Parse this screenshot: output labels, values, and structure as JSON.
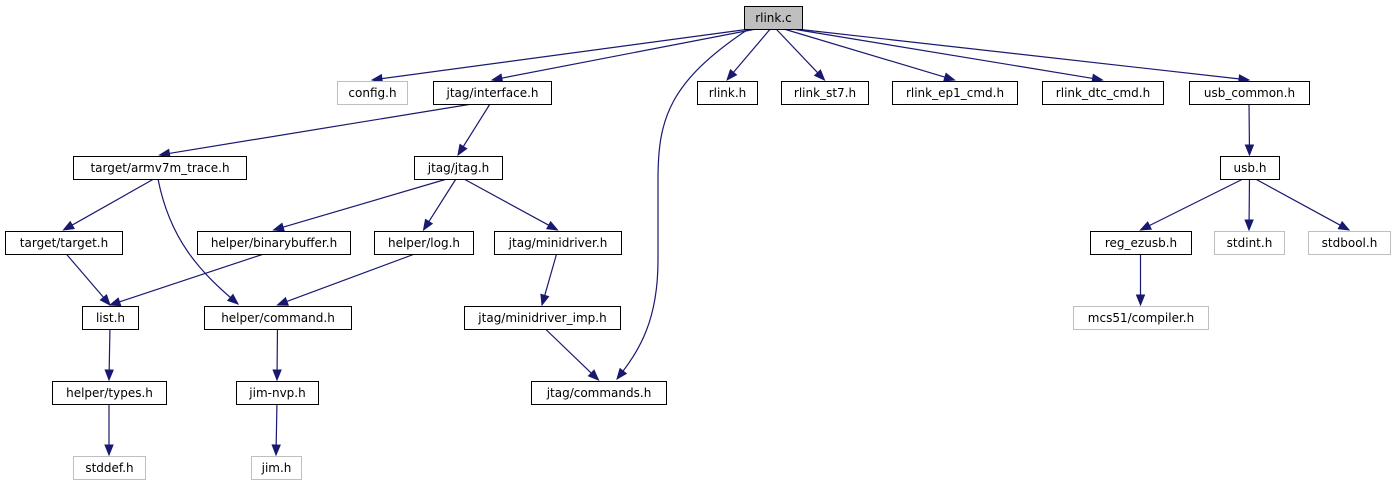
{
  "colors": {
    "edge": "#191970",
    "root_fill": "#bfbfbf",
    "node_fill": "#ffffff",
    "node_border": "#000000",
    "external_border": "#bfbfbf",
    "external_text": "#7f7f7f"
  },
  "nodes": [
    {
      "id": "rlink_c",
      "label": "rlink.c",
      "kind": "root"
    },
    {
      "id": "config_h",
      "label": "config.h",
      "kind": "external"
    },
    {
      "id": "jtag_interface_h",
      "label": "jtag/interface.h",
      "kind": "file"
    },
    {
      "id": "rlink_h",
      "label": "rlink.h",
      "kind": "file"
    },
    {
      "id": "rlink_st7_h",
      "label": "rlink_st7.h",
      "kind": "file"
    },
    {
      "id": "rlink_ep1_cmd_h",
      "label": "rlink_ep1_cmd.h",
      "kind": "file"
    },
    {
      "id": "rlink_dtc_cmd_h",
      "label": "rlink_dtc_cmd.h",
      "kind": "file"
    },
    {
      "id": "usb_common_h",
      "label": "usb_common.h",
      "kind": "file"
    },
    {
      "id": "target_armv7m_trace_h",
      "label": "target/armv7m_trace.h",
      "kind": "file"
    },
    {
      "id": "jtag_jtag_h",
      "label": "jtag/jtag.h",
      "kind": "file"
    },
    {
      "id": "usb_h",
      "label": "usb.h",
      "kind": "file"
    },
    {
      "id": "target_target_h",
      "label": "target/target.h",
      "kind": "file"
    },
    {
      "id": "helper_binarybuffer_h",
      "label": "helper/binarybuffer.h",
      "kind": "file"
    },
    {
      "id": "helper_log_h",
      "label": "helper/log.h",
      "kind": "file"
    },
    {
      "id": "jtag_minidriver_h",
      "label": "jtag/minidriver.h",
      "kind": "file"
    },
    {
      "id": "reg_ezusb_h",
      "label": "reg_ezusb.h",
      "kind": "file"
    },
    {
      "id": "stdint_h",
      "label": "stdint.h",
      "kind": "external"
    },
    {
      "id": "stdbool_h",
      "label": "stdbool.h",
      "kind": "external"
    },
    {
      "id": "list_h",
      "label": "list.h",
      "kind": "file"
    },
    {
      "id": "helper_command_h",
      "label": "helper/command.h",
      "kind": "file"
    },
    {
      "id": "jtag_minidriver_imp_h",
      "label": "jtag/minidriver_imp.h",
      "kind": "file"
    },
    {
      "id": "mcs51_compiler_h",
      "label": "mcs51/compiler.h",
      "kind": "external"
    },
    {
      "id": "helper_types_h",
      "label": "helper/types.h",
      "kind": "file"
    },
    {
      "id": "jim_nvp_h",
      "label": "jim-nvp.h",
      "kind": "file"
    },
    {
      "id": "jtag_commands_h",
      "label": "jtag/commands.h",
      "kind": "file"
    },
    {
      "id": "stddef_h",
      "label": "stddef.h",
      "kind": "external"
    },
    {
      "id": "jim_h",
      "label": "jim.h",
      "kind": "external"
    }
  ],
  "edges": [
    {
      "from": "rlink_c",
      "to": "config_h"
    },
    {
      "from": "rlink_c",
      "to": "jtag_interface_h"
    },
    {
      "from": "rlink_c",
      "to": "jtag_commands_h"
    },
    {
      "from": "rlink_c",
      "to": "rlink_h"
    },
    {
      "from": "rlink_c",
      "to": "rlink_st7_h"
    },
    {
      "from": "rlink_c",
      "to": "rlink_ep1_cmd_h"
    },
    {
      "from": "rlink_c",
      "to": "rlink_dtc_cmd_h"
    },
    {
      "from": "rlink_c",
      "to": "usb_common_h"
    },
    {
      "from": "jtag_interface_h",
      "to": "target_armv7m_trace_h"
    },
    {
      "from": "jtag_interface_h",
      "to": "jtag_jtag_h"
    },
    {
      "from": "usb_common_h",
      "to": "usb_h"
    },
    {
      "from": "target_armv7m_trace_h",
      "to": "target_target_h"
    },
    {
      "from": "target_armv7m_trace_h",
      "to": "helper_command_h"
    },
    {
      "from": "jtag_jtag_h",
      "to": "helper_binarybuffer_h"
    },
    {
      "from": "jtag_jtag_h",
      "to": "helper_log_h"
    },
    {
      "from": "jtag_jtag_h",
      "to": "jtag_minidriver_h"
    },
    {
      "from": "usb_h",
      "to": "reg_ezusb_h"
    },
    {
      "from": "usb_h",
      "to": "stdint_h"
    },
    {
      "from": "usb_h",
      "to": "stdbool_h"
    },
    {
      "from": "target_target_h",
      "to": "list_h"
    },
    {
      "from": "helper_binarybuffer_h",
      "to": "list_h"
    },
    {
      "from": "helper_log_h",
      "to": "helper_command_h"
    },
    {
      "from": "jtag_minidriver_h",
      "to": "jtag_minidriver_imp_h"
    },
    {
      "from": "reg_ezusb_h",
      "to": "mcs51_compiler_h"
    },
    {
      "from": "list_h",
      "to": "helper_types_h"
    },
    {
      "from": "helper_command_h",
      "to": "jim_nvp_h"
    },
    {
      "from": "jtag_minidriver_imp_h",
      "to": "jtag_commands_h"
    },
    {
      "from": "helper_types_h",
      "to": "stddef_h"
    },
    {
      "from": "jim_nvp_h",
      "to": "jim_h"
    }
  ]
}
